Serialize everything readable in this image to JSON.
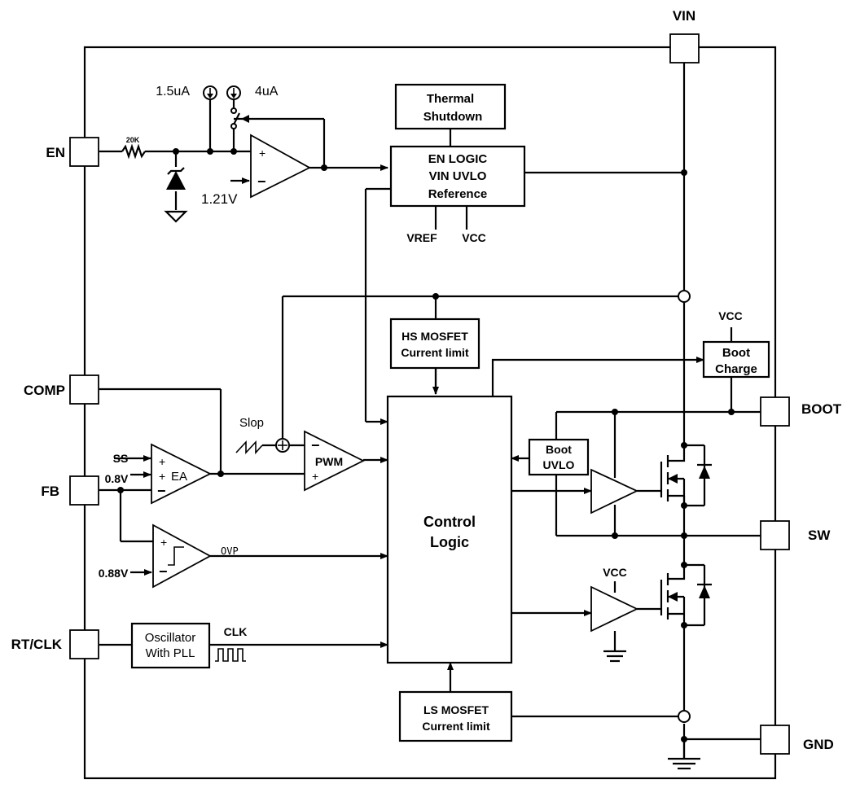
{
  "pins": {
    "vin": "VIN",
    "en": "EN",
    "comp": "COMP",
    "fb": "FB",
    "rt_clk": "RT/CLK",
    "boot": "BOOT",
    "sw": "SW",
    "gnd": "GND"
  },
  "blocks": {
    "thermal_line1": "Thermal",
    "thermal_line2": "Shutdown",
    "en_logic_line1": "EN LOGIC",
    "en_logic_line2": "VIN UVLO",
    "en_logic_line3": "Reference",
    "hs_line1": "HS MOSFET",
    "hs_line2": "Current limit",
    "boot_charge_line1": "Boot",
    "boot_charge_line2": "Charge",
    "boot_uvlo_line1": "Boot",
    "boot_uvlo_line2": "UVLO",
    "control_line1": "Control",
    "control_line2": "Logic",
    "osc_line1": "Oscillator",
    "osc_line2": "With PLL",
    "ls_line1": "LS MOSFET",
    "ls_line2": "Current limit"
  },
  "labels": {
    "current_1": "1.5uA",
    "current_2": "4uA",
    "resistor": "20K",
    "vref_121": "1.21V",
    "vref": "VREF",
    "vcc_en": "VCC",
    "vcc_boot": "VCC",
    "vcc_ls": "VCC",
    "slop": "Slop",
    "pwm": "PWM",
    "ea": "EA",
    "ss": "SS",
    "fb_ref": "0.8V",
    "ovp_ref": "0.88V",
    "ovp": "OVP",
    "clk": "CLK",
    "plus": "+",
    "minus": "−"
  }
}
